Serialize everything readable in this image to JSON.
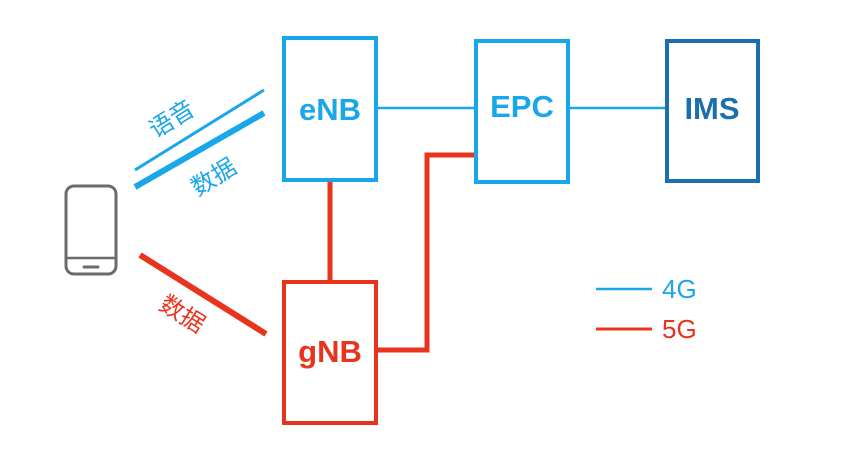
{
  "colors": {
    "lte": "#1aa7ea",
    "nr": "#e8341c",
    "ims": "#1a6fae",
    "phone": "#6b6b6b"
  },
  "nodes": {
    "enb": {
      "label": "eNB"
    },
    "epc": {
      "label": "EPC"
    },
    "ims": {
      "label": "IMS"
    },
    "gnb": {
      "label": "gNB"
    },
    "phone": {
      "icon": "smartphone-icon"
    }
  },
  "links": {
    "lte_voice": {
      "label": "语音"
    },
    "lte_data": {
      "label": "数据"
    },
    "nr_data": {
      "label": "数据"
    }
  },
  "legend": {
    "lte": {
      "label": "4G"
    },
    "nr": {
      "label": "5G"
    }
  }
}
